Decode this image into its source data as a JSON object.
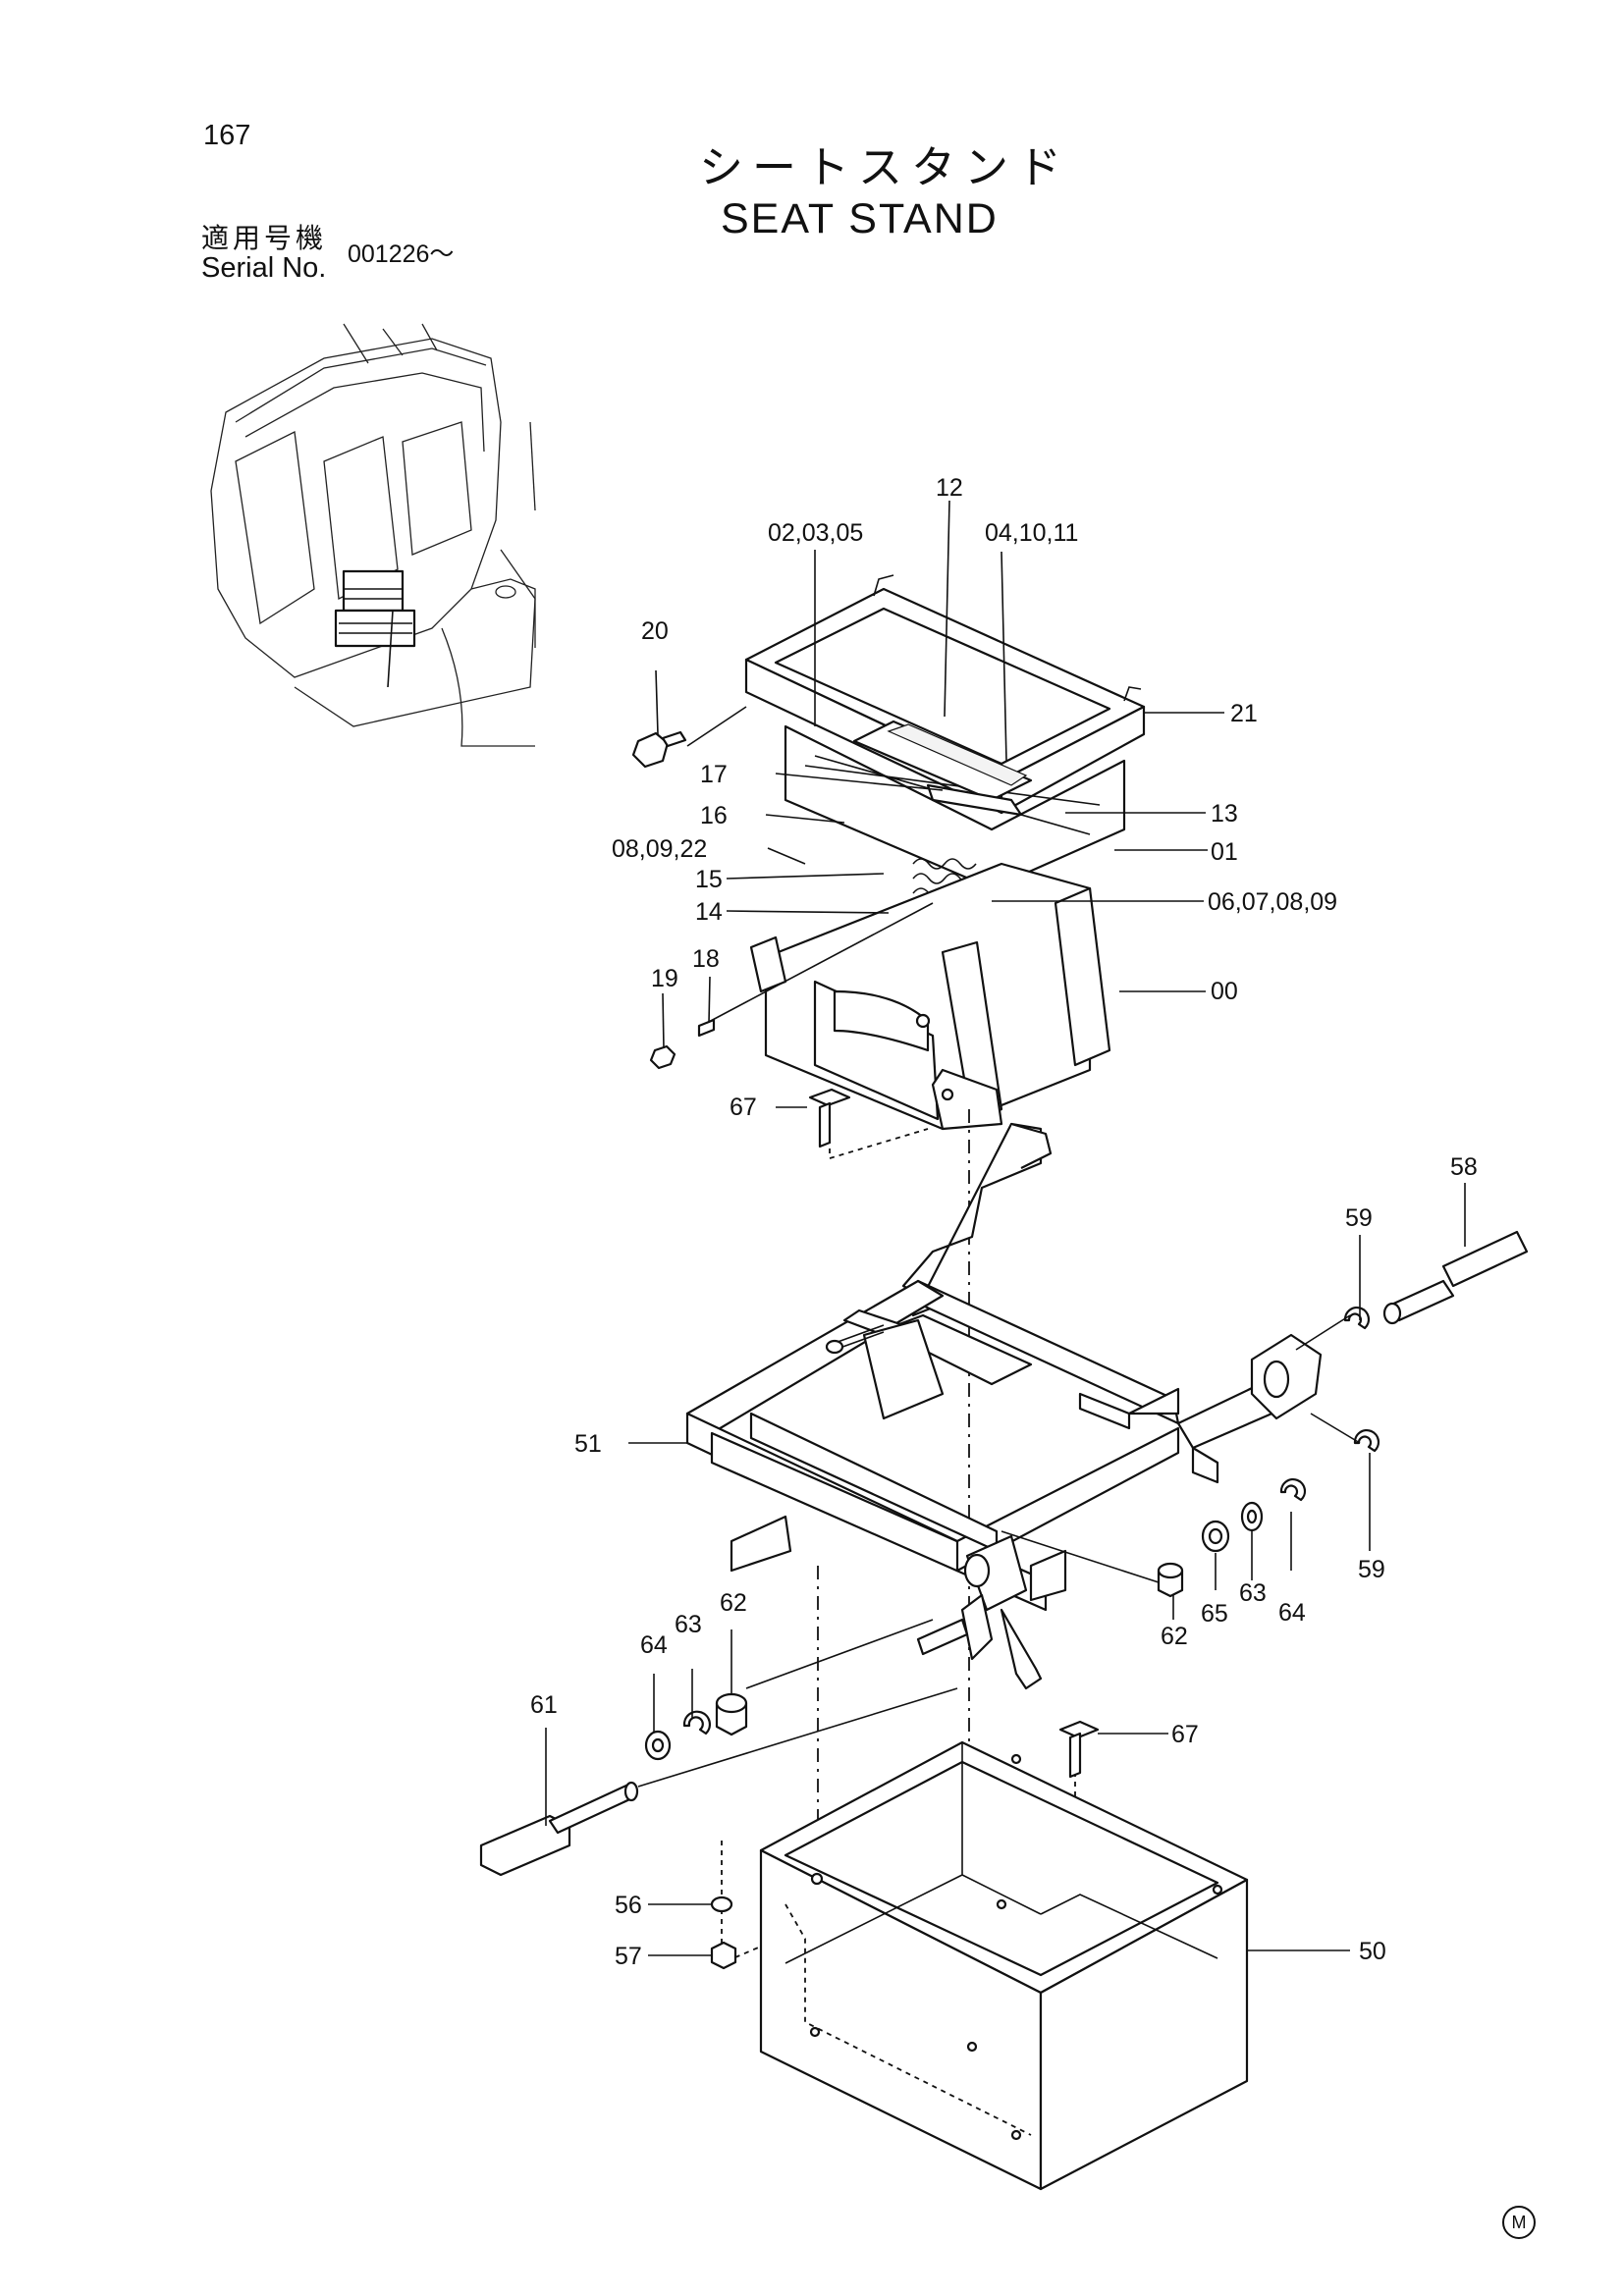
{
  "page_number": "167",
  "title_jp": "シートスタンド",
  "title_en": "SEAT STAND",
  "serial": {
    "label_jp": "適用号機",
    "label_en": "Serial No.",
    "value": "001226～"
  },
  "part_labels": {
    "p12": "12",
    "p020305": "02,03,05",
    "p041011": "04,10,11",
    "p20": "20",
    "p21": "21",
    "p17": "17",
    "p13": "13",
    "p16": "16",
    "p080922": "08,09,22",
    "p01": "01",
    "p15": "15",
    "p14": "14",
    "p06070809": "06,07,08,09",
    "p19": "19",
    "p18": "18",
    "p00": "00",
    "p67a": "67",
    "p58": "58",
    "p59a": "59",
    "p51": "51",
    "p59b": "59",
    "p62a": "62",
    "p63a": "63",
    "p64a": "64",
    "p65": "65",
    "p63b": "63",
    "p64b": "64",
    "p62b": "62",
    "p61": "61",
    "p67b": "67",
    "p56": "56",
    "p57": "57",
    "p50": "50"
  },
  "mark": "M"
}
